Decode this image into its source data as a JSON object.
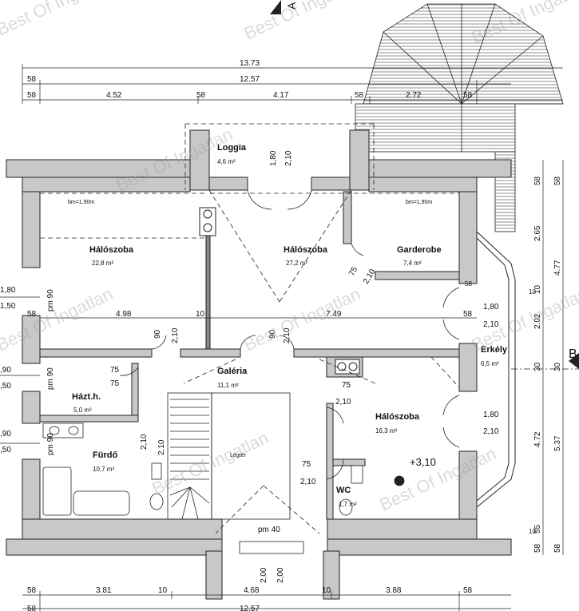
{
  "rooms": {
    "loggia": {
      "name": "Loggia",
      "area": "4,6 m²"
    },
    "bedroom1": {
      "name": "Hálószoba",
      "area": "22,8 m²"
    },
    "bedroom2": {
      "name": "Hálószoba",
      "area": "27,2 m²"
    },
    "garderobe": {
      "name": "Garderobe",
      "area": "7,4 m²"
    },
    "gallery": {
      "name": "Galéria",
      "area": "11,1 m²"
    },
    "utility": {
      "name": "Házt.h.",
      "area": "5,0 m²"
    },
    "bathroom": {
      "name": "Fürdő",
      "area": "10,7 m²"
    },
    "bedroom3": {
      "name": "Hálószoba",
      "area": "16,3 m²"
    },
    "balcony": {
      "name": "Erkély",
      "area": "6,5 m²"
    },
    "wc": {
      "name": "WC",
      "area": "1,7 m²"
    },
    "void": {
      "name": "Légtér"
    }
  },
  "labels": {
    "bm1": "bm=1,90m",
    "bm2": "bm=1,90m",
    "level": "+3,10",
    "pm40": "pm 40",
    "section_a": "A",
    "section_b": "B"
  },
  "dimensions": {
    "top_total": "13.73",
    "top_second": "12.57",
    "top_segments": [
      "58",
      "4.52",
      "58",
      "4.17",
      "58",
      "2.72",
      "58"
    ],
    "row2_left": "58",
    "bottom_segments": [
      "58",
      "3.81",
      "10",
      "4.68",
      "10",
      "3.88",
      "58"
    ],
    "bottom_total": "12.57",
    "bottom_left": "58",
    "right_outer": [
      "58",
      "2.65",
      "10",
      "2.02",
      "30",
      "4.72",
      "55",
      "58"
    ],
    "right_inner": [
      "58",
      "4.77",
      "30",
      "5.37",
      "58"
    ],
    "left_marks": [
      "1,80",
      "1,50",
      "58",
      ",90",
      ",50",
      ",90",
      ",50"
    ],
    "interior": [
      "4.98",
      "10",
      "7.49",
      "58",
      "90",
      "2,10",
      "90",
      "2,10",
      "1,80",
      "2,10",
      "1,80",
      "2,10",
      "1,80",
      "2,10",
      "75",
      "2,10",
      "75",
      "2,10",
      "75",
      "2,10",
      "75",
      "2,10",
      "75",
      "2,10",
      "2,00",
      "2,00",
      "pm 90",
      "pm 90",
      "pm 90",
      "58",
      "10",
      "10"
    ]
  },
  "watermark": "Best Of Ingatlan"
}
